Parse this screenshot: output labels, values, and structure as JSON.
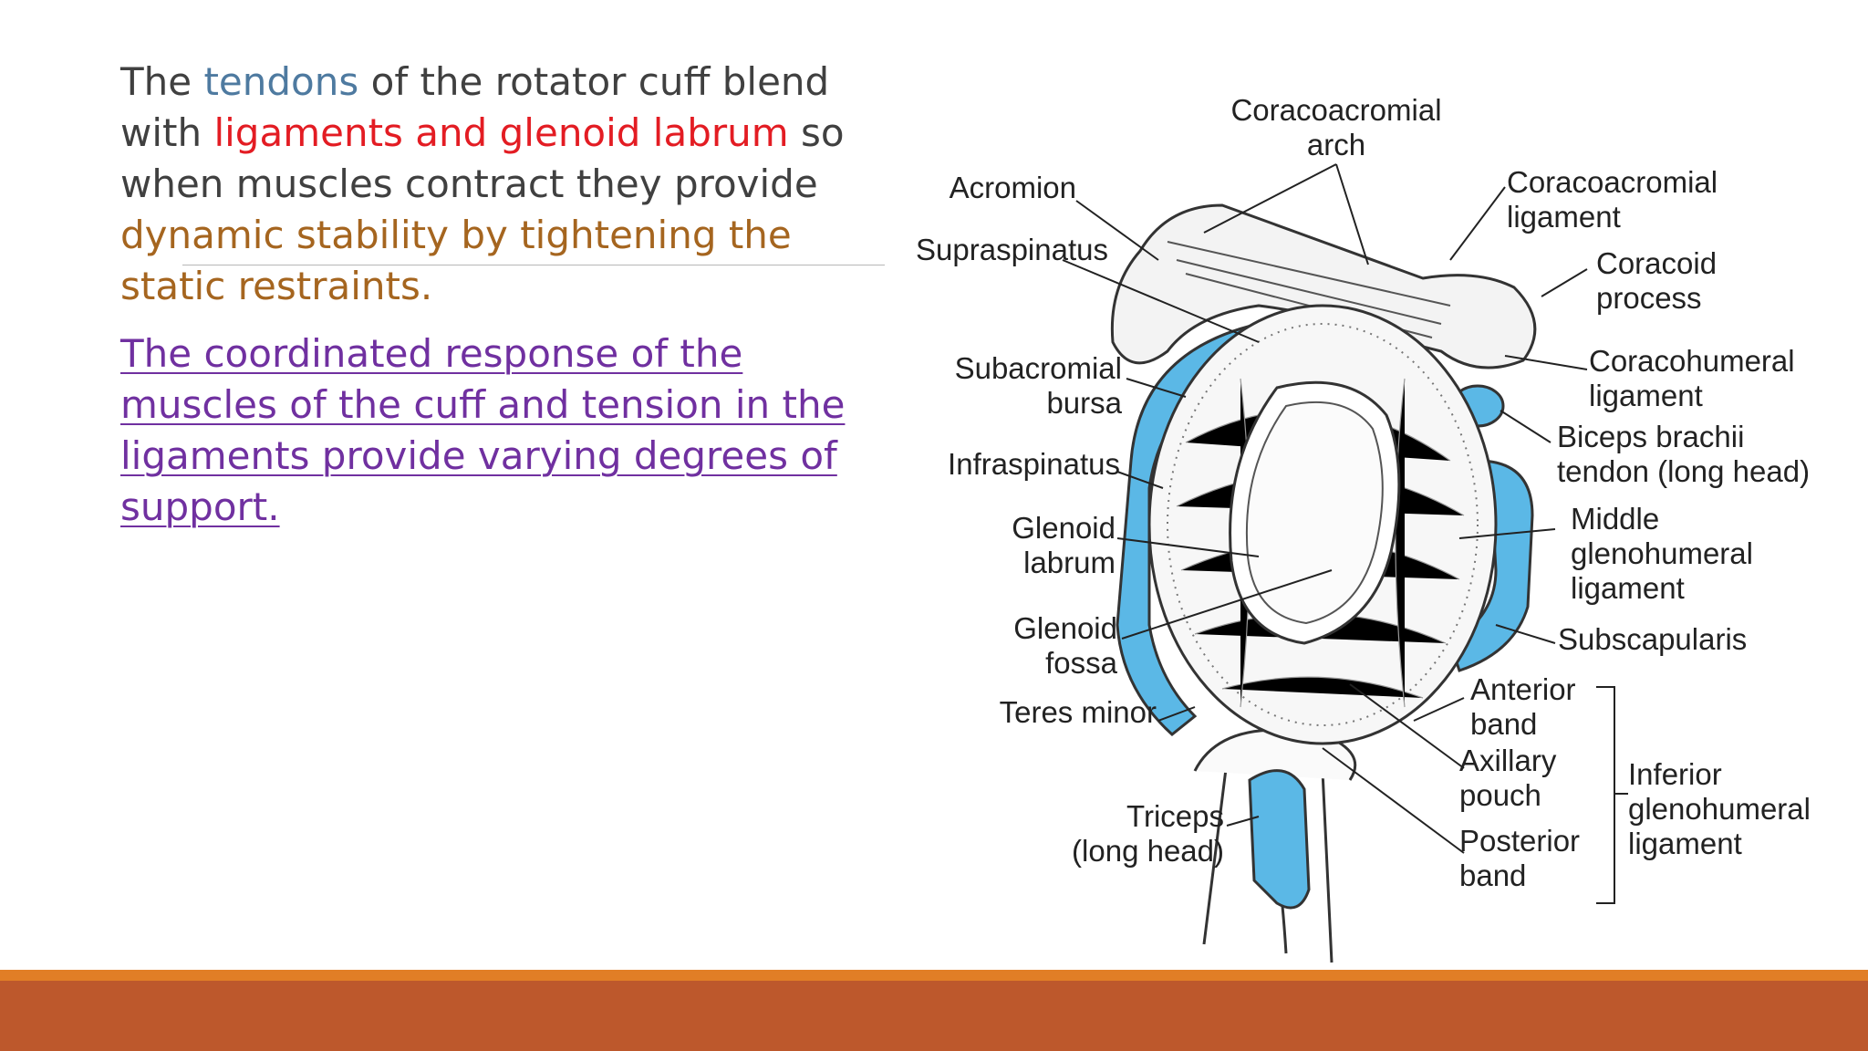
{
  "slide": {
    "paragraph1": {
      "p1": "The ",
      "tendons": "tendons",
      "p2": " of the rotator cuff blend with ",
      "ligaments": "ligaments and glenoid labrum",
      "p3": " so when muscles contract they provide ",
      "dynamic": "dynamic stability by tightening the static restraints."
    },
    "paragraph2": "The coordinated response of the muscles of the cuff and tension in the ligaments provide varying degrees of support."
  },
  "figure": {
    "labels": {
      "coracoacromial_arch_1": "Coracoacromial",
      "coracoacromial_arch_2": "arch",
      "acromion": "Acromion",
      "supraspinatus": "Supraspinatus",
      "subacromial_1": "Subacromial",
      "subacromial_2": "bursa",
      "infraspinatus": "Infraspinatus",
      "glenoid_labrum_1": "Glenoid",
      "glenoid_labrum_2": "labrum",
      "glenoid_fossa_1": "Glenoid",
      "glenoid_fossa_2": "fossa",
      "teres_minor": "Teres minor",
      "triceps_1": "Triceps",
      "triceps_2": "(long head)",
      "coracoacromial_lig_1": "Coracoacromial",
      "coracoacromial_lig_2": "ligament",
      "coracoid_1": "Coracoid",
      "coracoid_2": "process",
      "coracohumeral_1": "Coracohumeral",
      "coracohumeral_2": "ligament",
      "biceps_1": "Biceps brachii",
      "biceps_2": "tendon (long head)",
      "middle_1": "Middle",
      "middle_2": "glenohumeral",
      "middle_3": "ligament",
      "subscapularis": "Subscapularis",
      "anterior_1": "Anterior",
      "anterior_2": "band",
      "axillary_1": "Axillary",
      "axillary_2": "pouch",
      "posterior_1": "Posterior",
      "posterior_2": "band",
      "inferior_1": "Inferior",
      "inferior_2": "glenohumeral",
      "inferior_3": "ligament"
    }
  },
  "colors": {
    "accent_blue": "#4e7aa0",
    "accent_red": "#e31c23",
    "accent_brown": "#a5651f",
    "link_purple": "#7030a0",
    "muscle_blue": "#5bb8e6",
    "footer_orange": "#e17e26",
    "footer_rust": "#bd582c"
  }
}
